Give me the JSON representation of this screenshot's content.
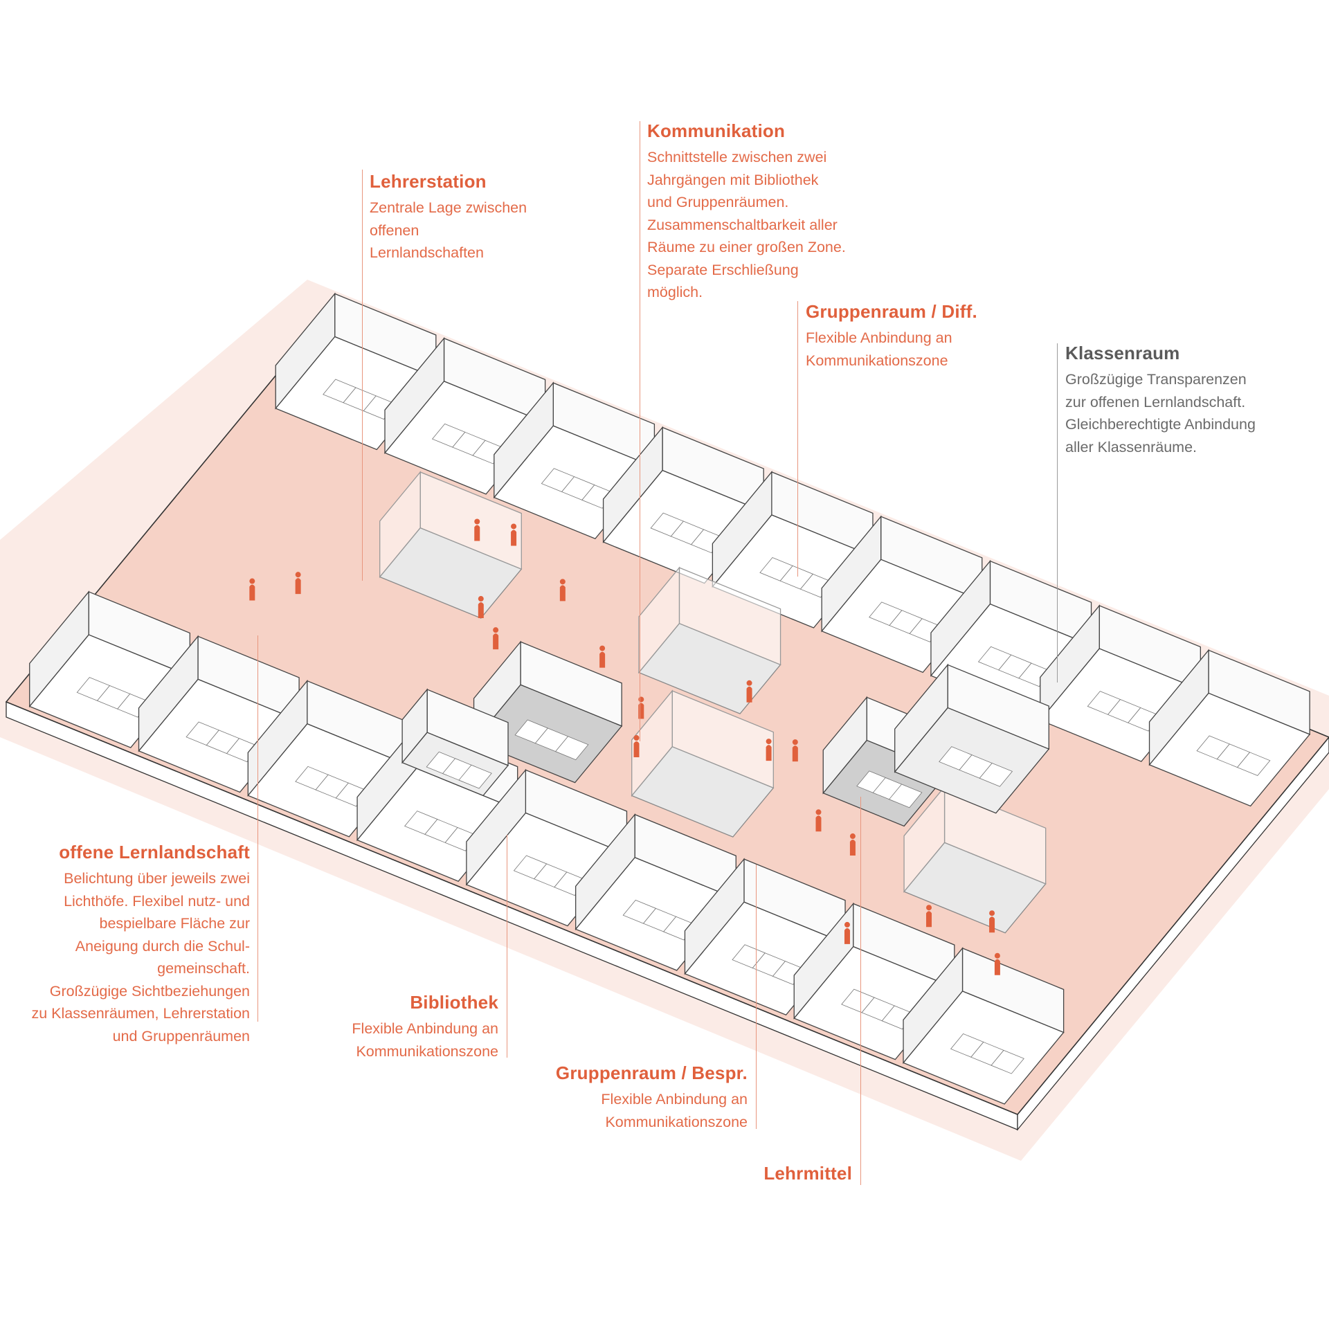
{
  "colors": {
    "accent": "#e0603c",
    "floor": "#f6d2c6",
    "plate": "#fbebe6",
    "neutral": "#5a5a5a"
  },
  "annotations": {
    "lehrerstation": {
      "title": "Lehrerstation",
      "body": "Zentrale Lage zwischen\noffenen\nLernlandschaften"
    },
    "kommunikation": {
      "title": "Kommunikation",
      "body": "Schnittstelle zwischen zwei\nJahrgängen mit Bibliothek\nund Gruppenräumen.\nZusammenschaltbarkeit aller\nRäume zu einer großen Zone.\nSeparate Erschließung\nmöglich."
    },
    "gruppenraum_diff": {
      "title": "Gruppenraum / Diff.",
      "body": "Flexible Anbindung an\nKommunikationszone"
    },
    "klassenraum": {
      "title": "Klassenraum",
      "body": "Großzügige Transparenzen\nzur offenen Lernlandschaft.\nGleichberechtigte Anbindung\naller Klassenräume."
    },
    "offene_lernlandschaft": {
      "title": "offene Lernlandschaft",
      "body": "Belichtung über jeweils zwei\nLichthöfe. Flexibel nutz- und\nbespielbare Fläche zur\nAneigung durch die Schul-\ngemeinschaft.\nGroßzügige Sichtbeziehungen\nzu Klassenräumen, Lehrerstation\nund Gruppenräumen"
    },
    "bibliothek": {
      "title": "Bibliothek",
      "body": "Flexible Anbindung an\nKommunikationszone"
    },
    "gruppenraum_bespr": {
      "title": "Gruppenraum / Bespr.",
      "body": "Flexible Anbindung an\nKommunikationszone"
    },
    "lehrmittel": {
      "title": "Lehrmittel"
    }
  }
}
